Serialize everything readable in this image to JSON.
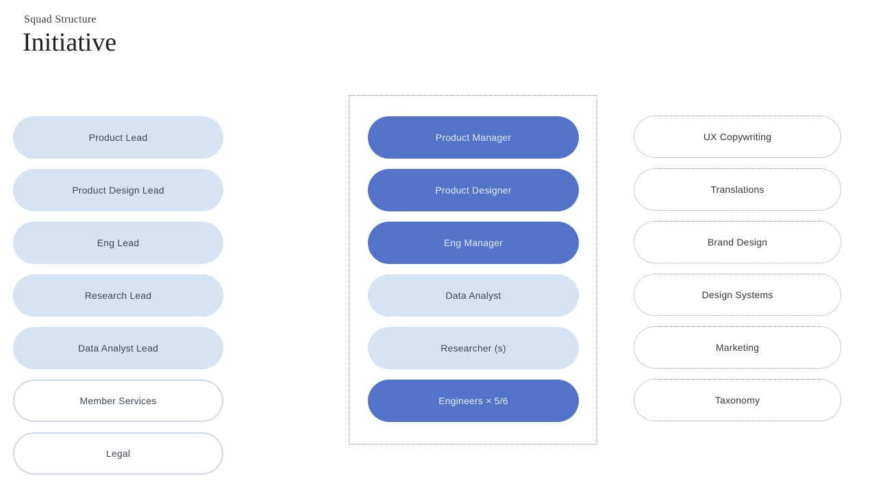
{
  "header": {
    "subtitle": "Squad Structure",
    "title": "Initiative"
  },
  "colors": {
    "dark_pill_bg": "#5273c7",
    "dark_pill_text": "#e2eafb",
    "light_pill_bg": "#d6e3f3",
    "light_pill_text": "#3e4857",
    "outline_pill_border": "#cdd9e7",
    "dotted_border": "#8f8f8f",
    "dotted_pill_text": "#34383e"
  },
  "columns": {
    "leads": {
      "items": [
        {
          "label": "Product Lead",
          "style": "light"
        },
        {
          "label": "Product Design Lead",
          "style": "light"
        },
        {
          "label": "Eng Lead",
          "style": "light"
        },
        {
          "label": "Research Lead",
          "style": "light"
        },
        {
          "label": "Data Analyst Lead",
          "style": "light"
        },
        {
          "label": "Member Services",
          "style": "outline"
        },
        {
          "label": "Legal",
          "style": "outline"
        }
      ]
    },
    "squad": {
      "items": [
        {
          "label": "Product Manager",
          "style": "dark"
        },
        {
          "label": "Product Designer",
          "style": "dark"
        },
        {
          "label": "Eng Manager",
          "style": "dark"
        },
        {
          "label": "Data Analyst",
          "style": "light"
        },
        {
          "label": "Researcher (s)",
          "style": "light"
        },
        {
          "label": "Engineers × 5/6",
          "style": "dark"
        }
      ]
    },
    "support": {
      "items": [
        {
          "label": "UX Copywriting",
          "style": "dotted"
        },
        {
          "label": "Translations",
          "style": "dotted"
        },
        {
          "label": "Brand Design",
          "style": "dotted"
        },
        {
          "label": "Design Systems",
          "style": "dotted"
        },
        {
          "label": "Marketing",
          "style": "dotted"
        },
        {
          "label": "Taxonomy",
          "style": "dotted"
        }
      ]
    }
  }
}
